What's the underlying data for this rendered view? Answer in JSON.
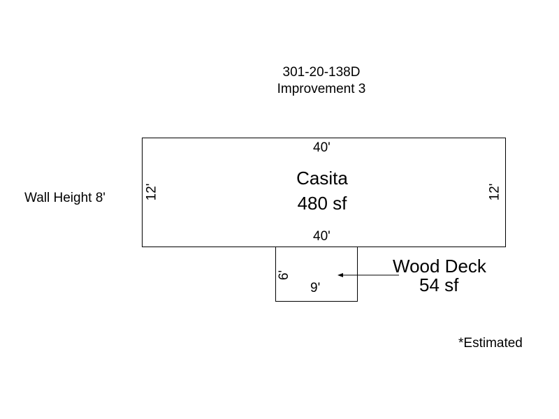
{
  "header": {
    "parcel_id": "301-20-138D",
    "improvement": "Improvement 3"
  },
  "side_note": "Wall Height 8'",
  "footer_note": "*Estimated",
  "casita": {
    "name": "Casita",
    "area": "480 sf",
    "top_dim": "40'",
    "bottom_dim": "40'",
    "left_dim": "12'",
    "right_dim": "12'"
  },
  "deck": {
    "name": "Wood Deck",
    "area": "54 sf",
    "width_dim": "9'",
    "depth_dim": "6'"
  },
  "colors": {
    "line": "#000000",
    "background": "#ffffff"
  }
}
